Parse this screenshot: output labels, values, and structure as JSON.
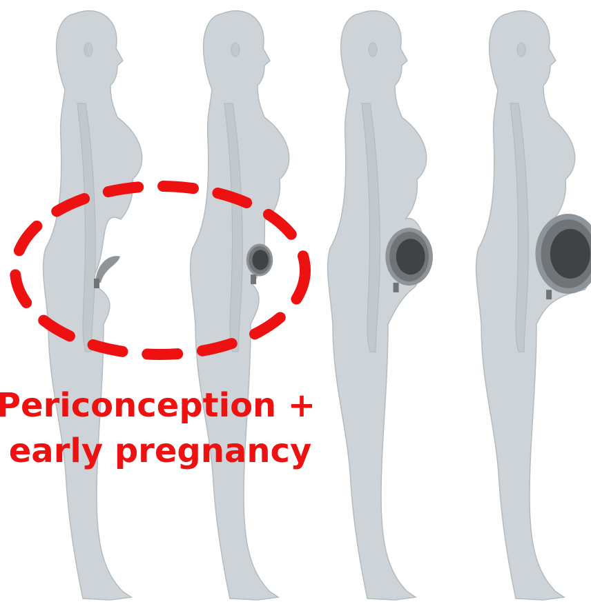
{
  "colors": {
    "body": "#cdd3d6",
    "body_shade": "#c2c9cd",
    "outline": "#b3bcc1",
    "uterus_outer": "#8e9498",
    "uterus_mid": "#6f7478",
    "fetus": "#3f4345",
    "highlight": "#ee1111"
  },
  "figures": [
    {
      "stage_icon": "uterus-early-icon",
      "belly": 0
    },
    {
      "stage_icon": "embryo-icon",
      "belly": 0.25
    },
    {
      "stage_icon": "fetus-mid-icon",
      "belly": 0.65
    },
    {
      "stage_icon": "fetus-late-icon",
      "belly": 1
    }
  ],
  "highlight": {
    "caption_line1": "Periconception +",
    "caption_line2": "early pregnancy"
  }
}
